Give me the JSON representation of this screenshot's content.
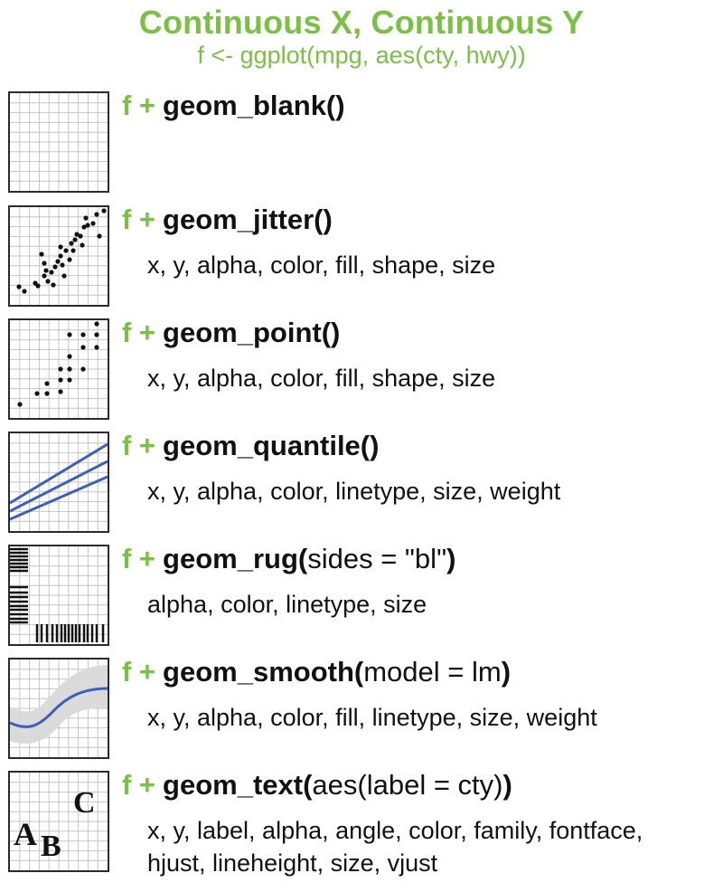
{
  "header": {
    "title": "Continuous X, Continuous Y",
    "subtitle": "f <- ggplot(mpg, aes(cty, hwy))"
  },
  "geoms": [
    {
      "prefix": "f +",
      "fn": "geom_blank(",
      "args": "",
      "close": ")",
      "aes_lines": []
    },
    {
      "prefix": "f +",
      "fn": "geom_jitter(",
      "args": "",
      "close": ")",
      "aes_lines": [
        "x, y, alpha, color, fill, shape, size"
      ]
    },
    {
      "prefix": "f +",
      "fn": "geom_point(",
      "args": "",
      "close": ")",
      "aes_lines": [
        "x, y, alpha, color, fill, shape, size"
      ]
    },
    {
      "prefix": "f +",
      "fn": "geom_quantile(",
      "args": "",
      "close": ")",
      "aes_lines": [
        "x, y, alpha, color, linetype, size, weight"
      ]
    },
    {
      "prefix": "f +",
      "fn": "geom_rug(",
      "args": "sides = \"bl\"",
      "close": ")",
      "aes_lines": [
        "alpha, color, linetype, size"
      ]
    },
    {
      "prefix": "f +",
      "fn": "geom_smooth(",
      "args": "model = lm",
      "close": ")",
      "aes_lines": [
        "x, y, alpha, color, fill, linetype, size, weight"
      ]
    },
    {
      "prefix": "f +",
      "fn": "geom_text(",
      "args": "aes(label = cty)",
      "close": ")",
      "aes_lines": [
        "x, y, label, alpha, angle, color, family, fontface,",
        "hjust, lineheight, size, vjust"
      ]
    }
  ],
  "thumb_text": {
    "big_a": "A",
    "big_b": "B",
    "big_c": "C"
  },
  "colors": {
    "accent": "#7ac143",
    "line_blue": "#3a5fbf",
    "band_gray": "#d9d9d9",
    "grid": "#bdbdbd"
  }
}
